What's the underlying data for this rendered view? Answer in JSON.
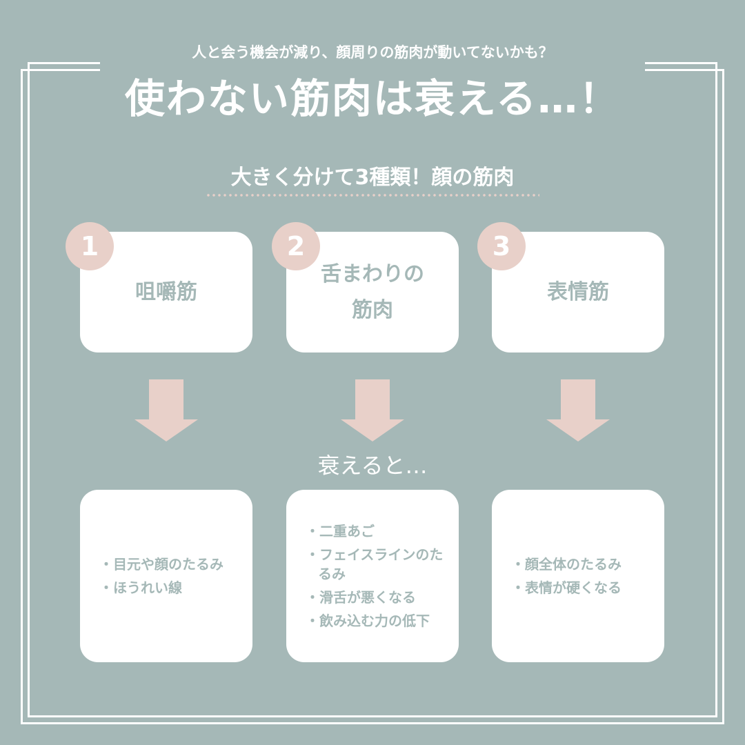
{
  "subtitle": "人と会う機会が減り、顔周りの筋肉が動いてないかも？",
  "title": "使わない筋肉は衰える…！",
  "section": "大きく分けて3種類！顔の筋肉",
  "muscles": [
    {
      "num": "1",
      "name": "咀嚼筋",
      "effects": [
        "目元や顔のたるみ",
        "ほうれい線"
      ]
    },
    {
      "num": "2",
      "name": "舌まわりの\n筋肉",
      "effects": [
        "二重あご",
        "フェイスラインのたるみ",
        "滑舌が悪くなる",
        "飲み込む力の低下"
      ]
    },
    {
      "num": "3",
      "name": "表情筋",
      "effects": [
        "顔全体のたるみ",
        "表情が硬くなる"
      ]
    }
  ],
  "transition": "衰えると…",
  "colors": {
    "background": "#a5b8b7",
    "accent": "#e8d0c9",
    "card": "#ffffff"
  }
}
